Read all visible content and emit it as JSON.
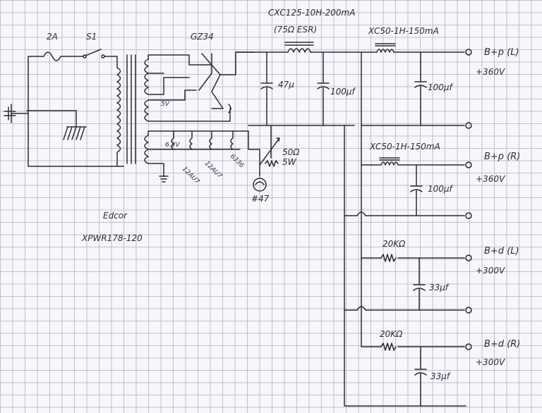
{
  "labels": {
    "fuse": "2A",
    "switch": "S1",
    "rectifier": "GZ34",
    "choke1": "CXC125-10H-200mA",
    "choke1_esr": "(75Ω ESR)",
    "cap1": "47μ",
    "cap2": "100μf",
    "choke2": "XC50-1H-150mA",
    "cap3": "100μf",
    "out1": "B+p (L)",
    "out1_v": "+360V",
    "winding_5v": "5V",
    "winding_63v": "6.3V",
    "heater1": "12AU7",
    "heater2": "12AU7",
    "heater3": "6336",
    "resistor1": "50Ω",
    "resistor1_w": "5W",
    "lamp": "#47",
    "choke3": "XC50-1H-150mA",
    "out2": "B+p (R)",
    "out2_v": "+360V",
    "cap4": "100μf",
    "transformer_brand": "Edcor",
    "transformer_model": "XPWR178-120",
    "res2": "20KΩ",
    "out3": "B+d (L)",
    "out3_v": "+300V",
    "cap5": "33μf",
    "res3": "20KΩ",
    "out4": "B+d (R)",
    "out4_v": "+300V",
    "cap6": "33μf"
  }
}
